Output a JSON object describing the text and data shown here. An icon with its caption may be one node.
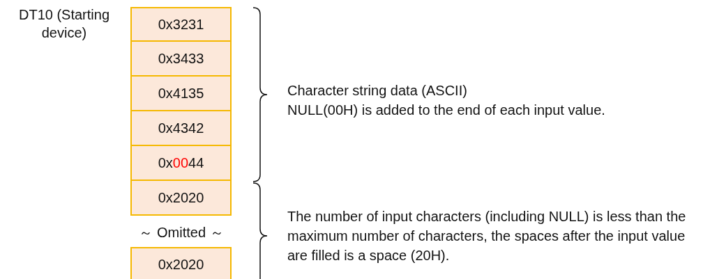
{
  "diagram": {
    "nodes": [
      {
        "text": [
          "0x3231"
        ],
        "beside": [
          "DT10 (Starting device)"
        ]
      },
      {
        "text": [
          "0x3433"
        ]
      },
      {
        "text": [
          "0x4135"
        ]
      },
      {
        "text": [
          "0x4342"
        ]
      },
      {
        "text": [
          "0x0044"
        ]
      },
      {
        "text": [
          "0x2020"
        ]
      },
      {
        "text": [
          "0x2020"
        ]
      }
    ],
    "edges": [],
    "labels": [
      "Character string data (ASCII)",
      "NULL(00H) is added to the end of each input value.",
      "～ Omitted ～",
      "The number of input characters (including NULL) is less than the maximum number of characters, the spaces after the input value are filled is a space (20H)."
    ]
  }
}
